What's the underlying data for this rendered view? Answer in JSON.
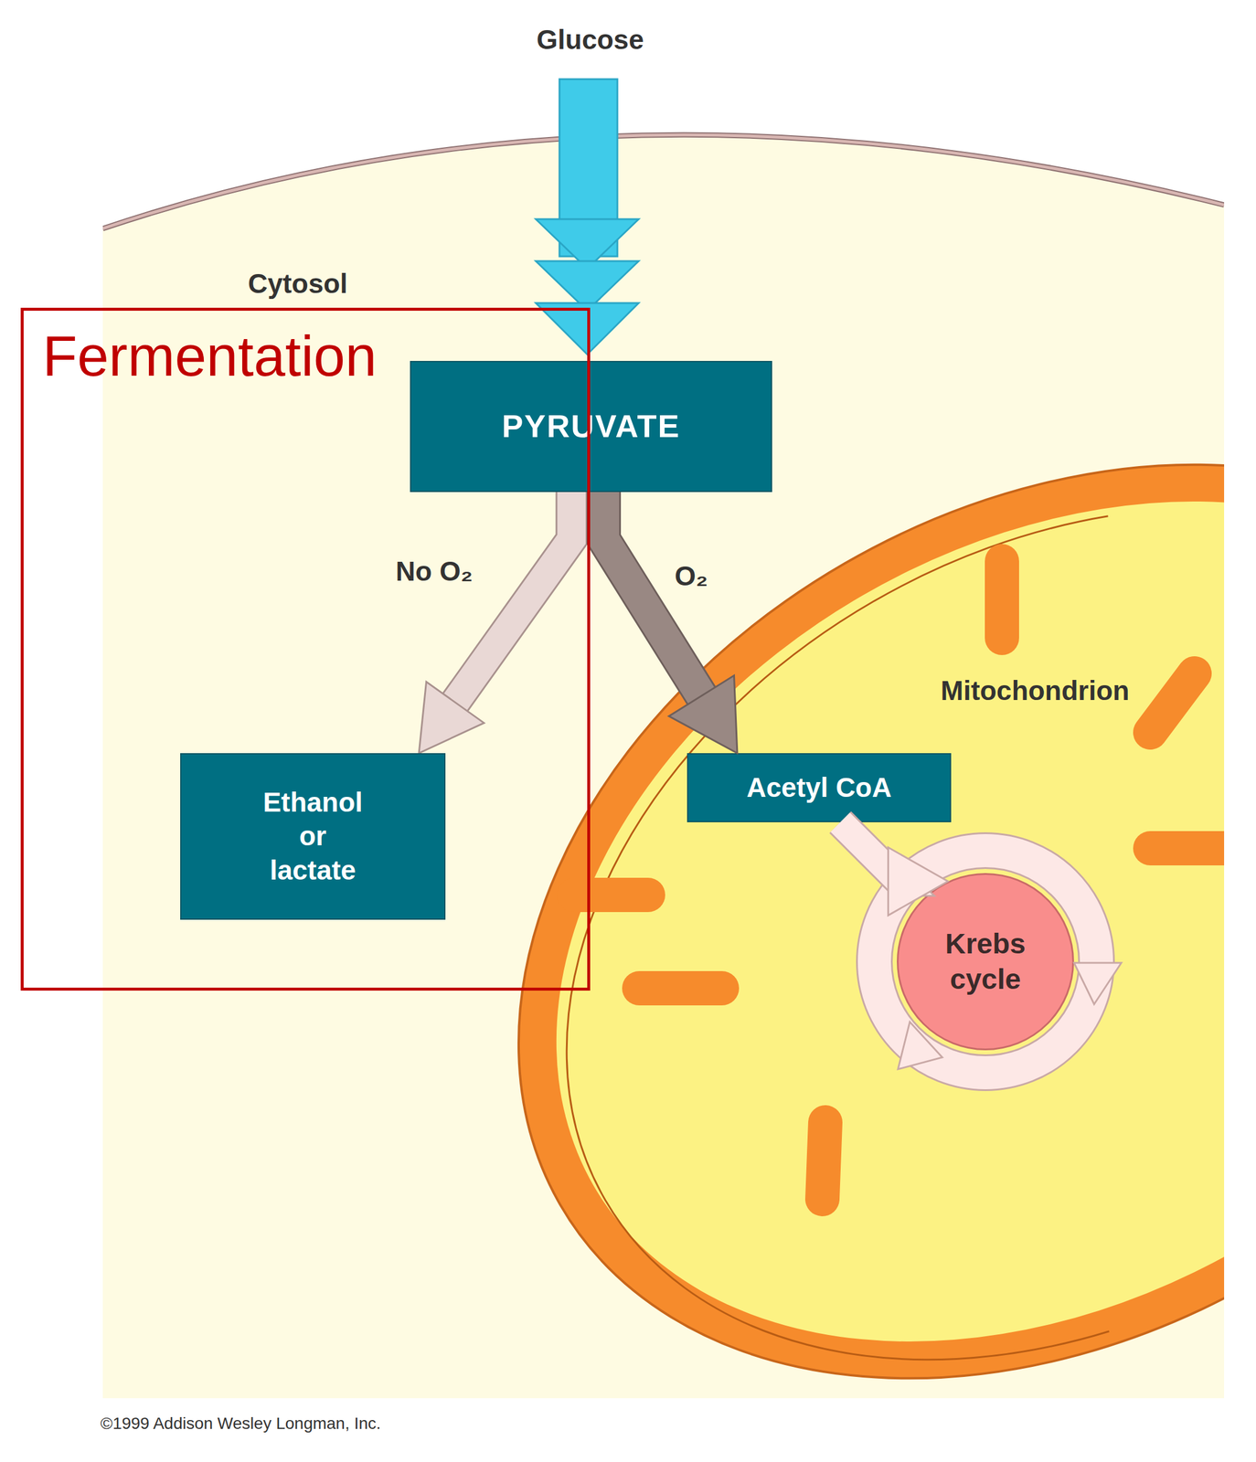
{
  "diagram": {
    "nodes": [
      {
        "text": [
          "Cytosol"
        ]
      },
      {
        "text": [
          "PYRUVATE"
        ],
        "in": 0
      },
      {
        "text": [
          "Fermentation"
        ],
        "in": 0
      },
      {
        "text": [
          "Ethanol or lactate"
        ],
        "in": 2
      },
      {
        "text": [
          "Mitochondrion"
        ],
        "in": 0
      },
      {
        "text": [
          "Acetyl CoA"
        ],
        "in": 4
      },
      {
        "text": [
          "Krebs cycle"
        ],
        "in": 4
      }
    ],
    "edges": [
      {
        "from": 1,
        "to": 3,
        "label": "No O₂",
        "arrow": "to"
      },
      {
        "from": 1,
        "to": 5,
        "label": "O₂",
        "arrow": "to"
      },
      {
        "from": 5,
        "to": 6,
        "arrow": "to"
      }
    ],
    "labels": [
      "Glucose",
      "©1999 Addison Wesley Longman, Inc."
    ]
  }
}
